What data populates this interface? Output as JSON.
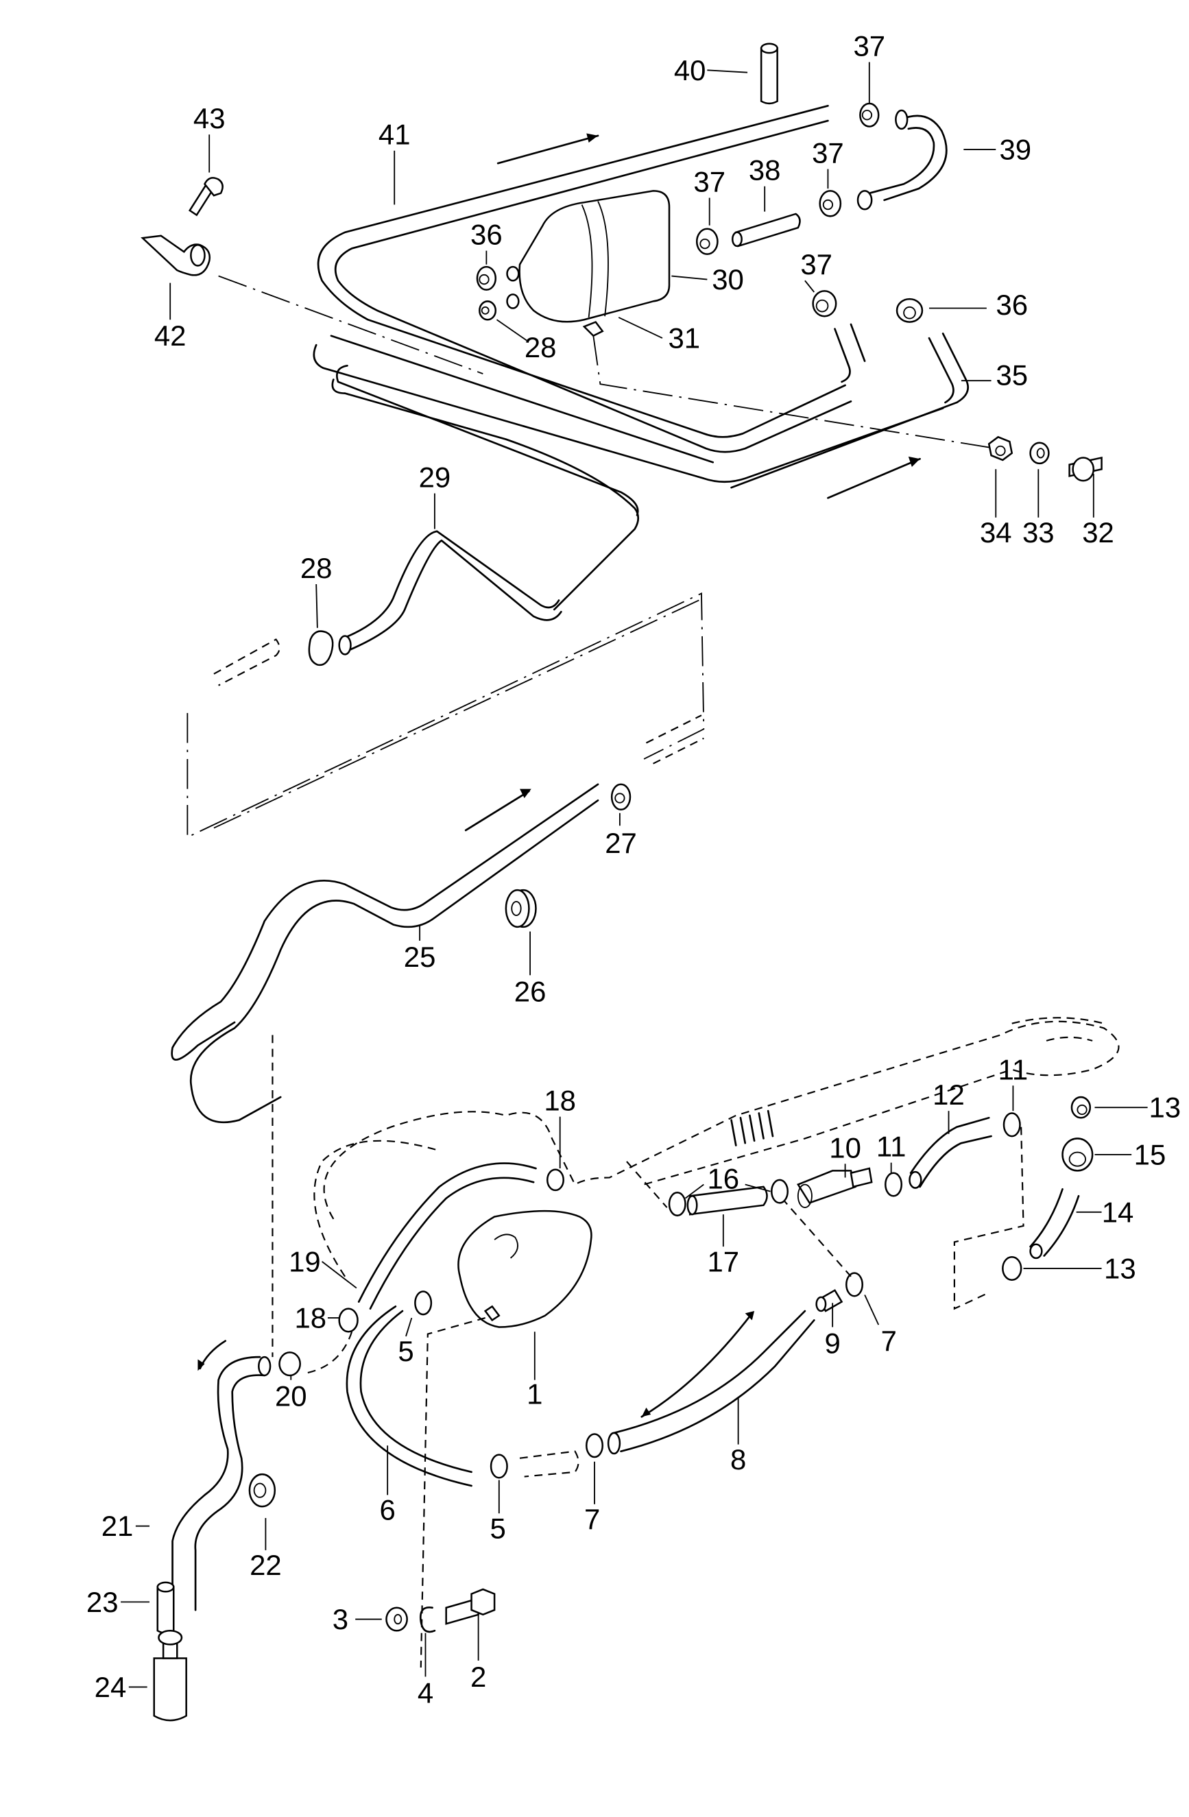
{
  "diagram": {
    "title": "",
    "type": "exploded parts diagram (fuel evaporative / vent hoses)",
    "background": "#ffffff",
    "ink": "#000000",
    "callouts": [
      {
        "id": "c43",
        "text": "43",
        "part": "bolt"
      },
      {
        "id": "c42",
        "text": "42",
        "part": "hose clamp bracket"
      },
      {
        "id": "c41",
        "text": "41",
        "part": "vent line"
      },
      {
        "id": "c40",
        "text": "40",
        "part": "hose connector"
      },
      {
        "id": "c37a",
        "text": "37",
        "part": "hose clip"
      },
      {
        "id": "c39",
        "text": "39",
        "part": "curved hose"
      },
      {
        "id": "c37b",
        "text": "37",
        "part": "hose clip"
      },
      {
        "id": "c38",
        "text": "38",
        "part": "hose piece"
      },
      {
        "id": "c37c",
        "text": "37",
        "part": "hose clip"
      },
      {
        "id": "c36a",
        "text": "36",
        "part": "hose clip"
      },
      {
        "id": "c28a",
        "text": "28",
        "part": "hose clip"
      },
      {
        "id": "c30",
        "text": "30",
        "part": "charcoal canister"
      },
      {
        "id": "c31",
        "text": "31",
        "part": "canister strap"
      },
      {
        "id": "c37d",
        "text": "37",
        "part": "hose clip"
      },
      {
        "id": "c36b",
        "text": "36",
        "part": "hose clip"
      },
      {
        "id": "c35",
        "text": "35",
        "part": "hose"
      },
      {
        "id": "c34",
        "text": "34",
        "part": "nut"
      },
      {
        "id": "c33",
        "text": "33",
        "part": "washer"
      },
      {
        "id": "c32",
        "text": "32",
        "part": "screw"
      },
      {
        "id": "c29",
        "text": "29",
        "part": "vent line"
      },
      {
        "id": "c28b",
        "text": "28",
        "part": "hose clip"
      },
      {
        "id": "c27",
        "text": "27",
        "part": "hose clip"
      },
      {
        "id": "c25",
        "text": "25",
        "part": "vent line"
      },
      {
        "id": "c26",
        "text": "26",
        "part": "grommet"
      },
      {
        "id": "c18a",
        "text": "18",
        "part": "hose clip"
      },
      {
        "id": "c12",
        "text": "12",
        "part": "hose"
      },
      {
        "id": "c11a",
        "text": "11",
        "part": "hose clip"
      },
      {
        "id": "c11b",
        "text": "11",
        "part": "hose clip"
      },
      {
        "id": "c13a",
        "text": "13",
        "part": "hose clip"
      },
      {
        "id": "c15",
        "text": "15",
        "part": "grommet"
      },
      {
        "id": "c10",
        "text": "10",
        "part": "valve"
      },
      {
        "id": "c16",
        "text": "16",
        "part": "hose clip"
      },
      {
        "id": "c17",
        "text": "17",
        "part": "hose"
      },
      {
        "id": "c14",
        "text": "14",
        "part": "hose"
      },
      {
        "id": "c13b",
        "text": "13",
        "part": "hose clip"
      },
      {
        "id": "c19",
        "text": "19",
        "part": "hose"
      },
      {
        "id": "c18b",
        "text": "18",
        "part": "hose clip"
      },
      {
        "id": "c5a",
        "text": "5",
        "part": "hose clip"
      },
      {
        "id": "c1",
        "text": "1",
        "part": "expansion tank"
      },
      {
        "id": "c7a",
        "text": "7",
        "part": "hose clip"
      },
      {
        "id": "c9",
        "text": "9",
        "part": "connector"
      },
      {
        "id": "c20",
        "text": "20",
        "part": "hose clip"
      },
      {
        "id": "c8",
        "text": "8",
        "part": "hose"
      },
      {
        "id": "c6",
        "text": "6",
        "part": "hose"
      },
      {
        "id": "c5b",
        "text": "5",
        "part": "hose clip"
      },
      {
        "id": "c7b",
        "text": "7",
        "part": "hose clip"
      },
      {
        "id": "c21",
        "text": "21",
        "part": "hose"
      },
      {
        "id": "c22",
        "text": "22",
        "part": "grommet"
      },
      {
        "id": "c23",
        "text": "23",
        "part": "connector"
      },
      {
        "id": "c3",
        "text": "3",
        "part": "washer"
      },
      {
        "id": "c2",
        "text": "2",
        "part": "bolt"
      },
      {
        "id": "c4",
        "text": "4",
        "part": "spring washer"
      },
      {
        "id": "c24",
        "text": "24",
        "part": "filter"
      }
    ]
  }
}
